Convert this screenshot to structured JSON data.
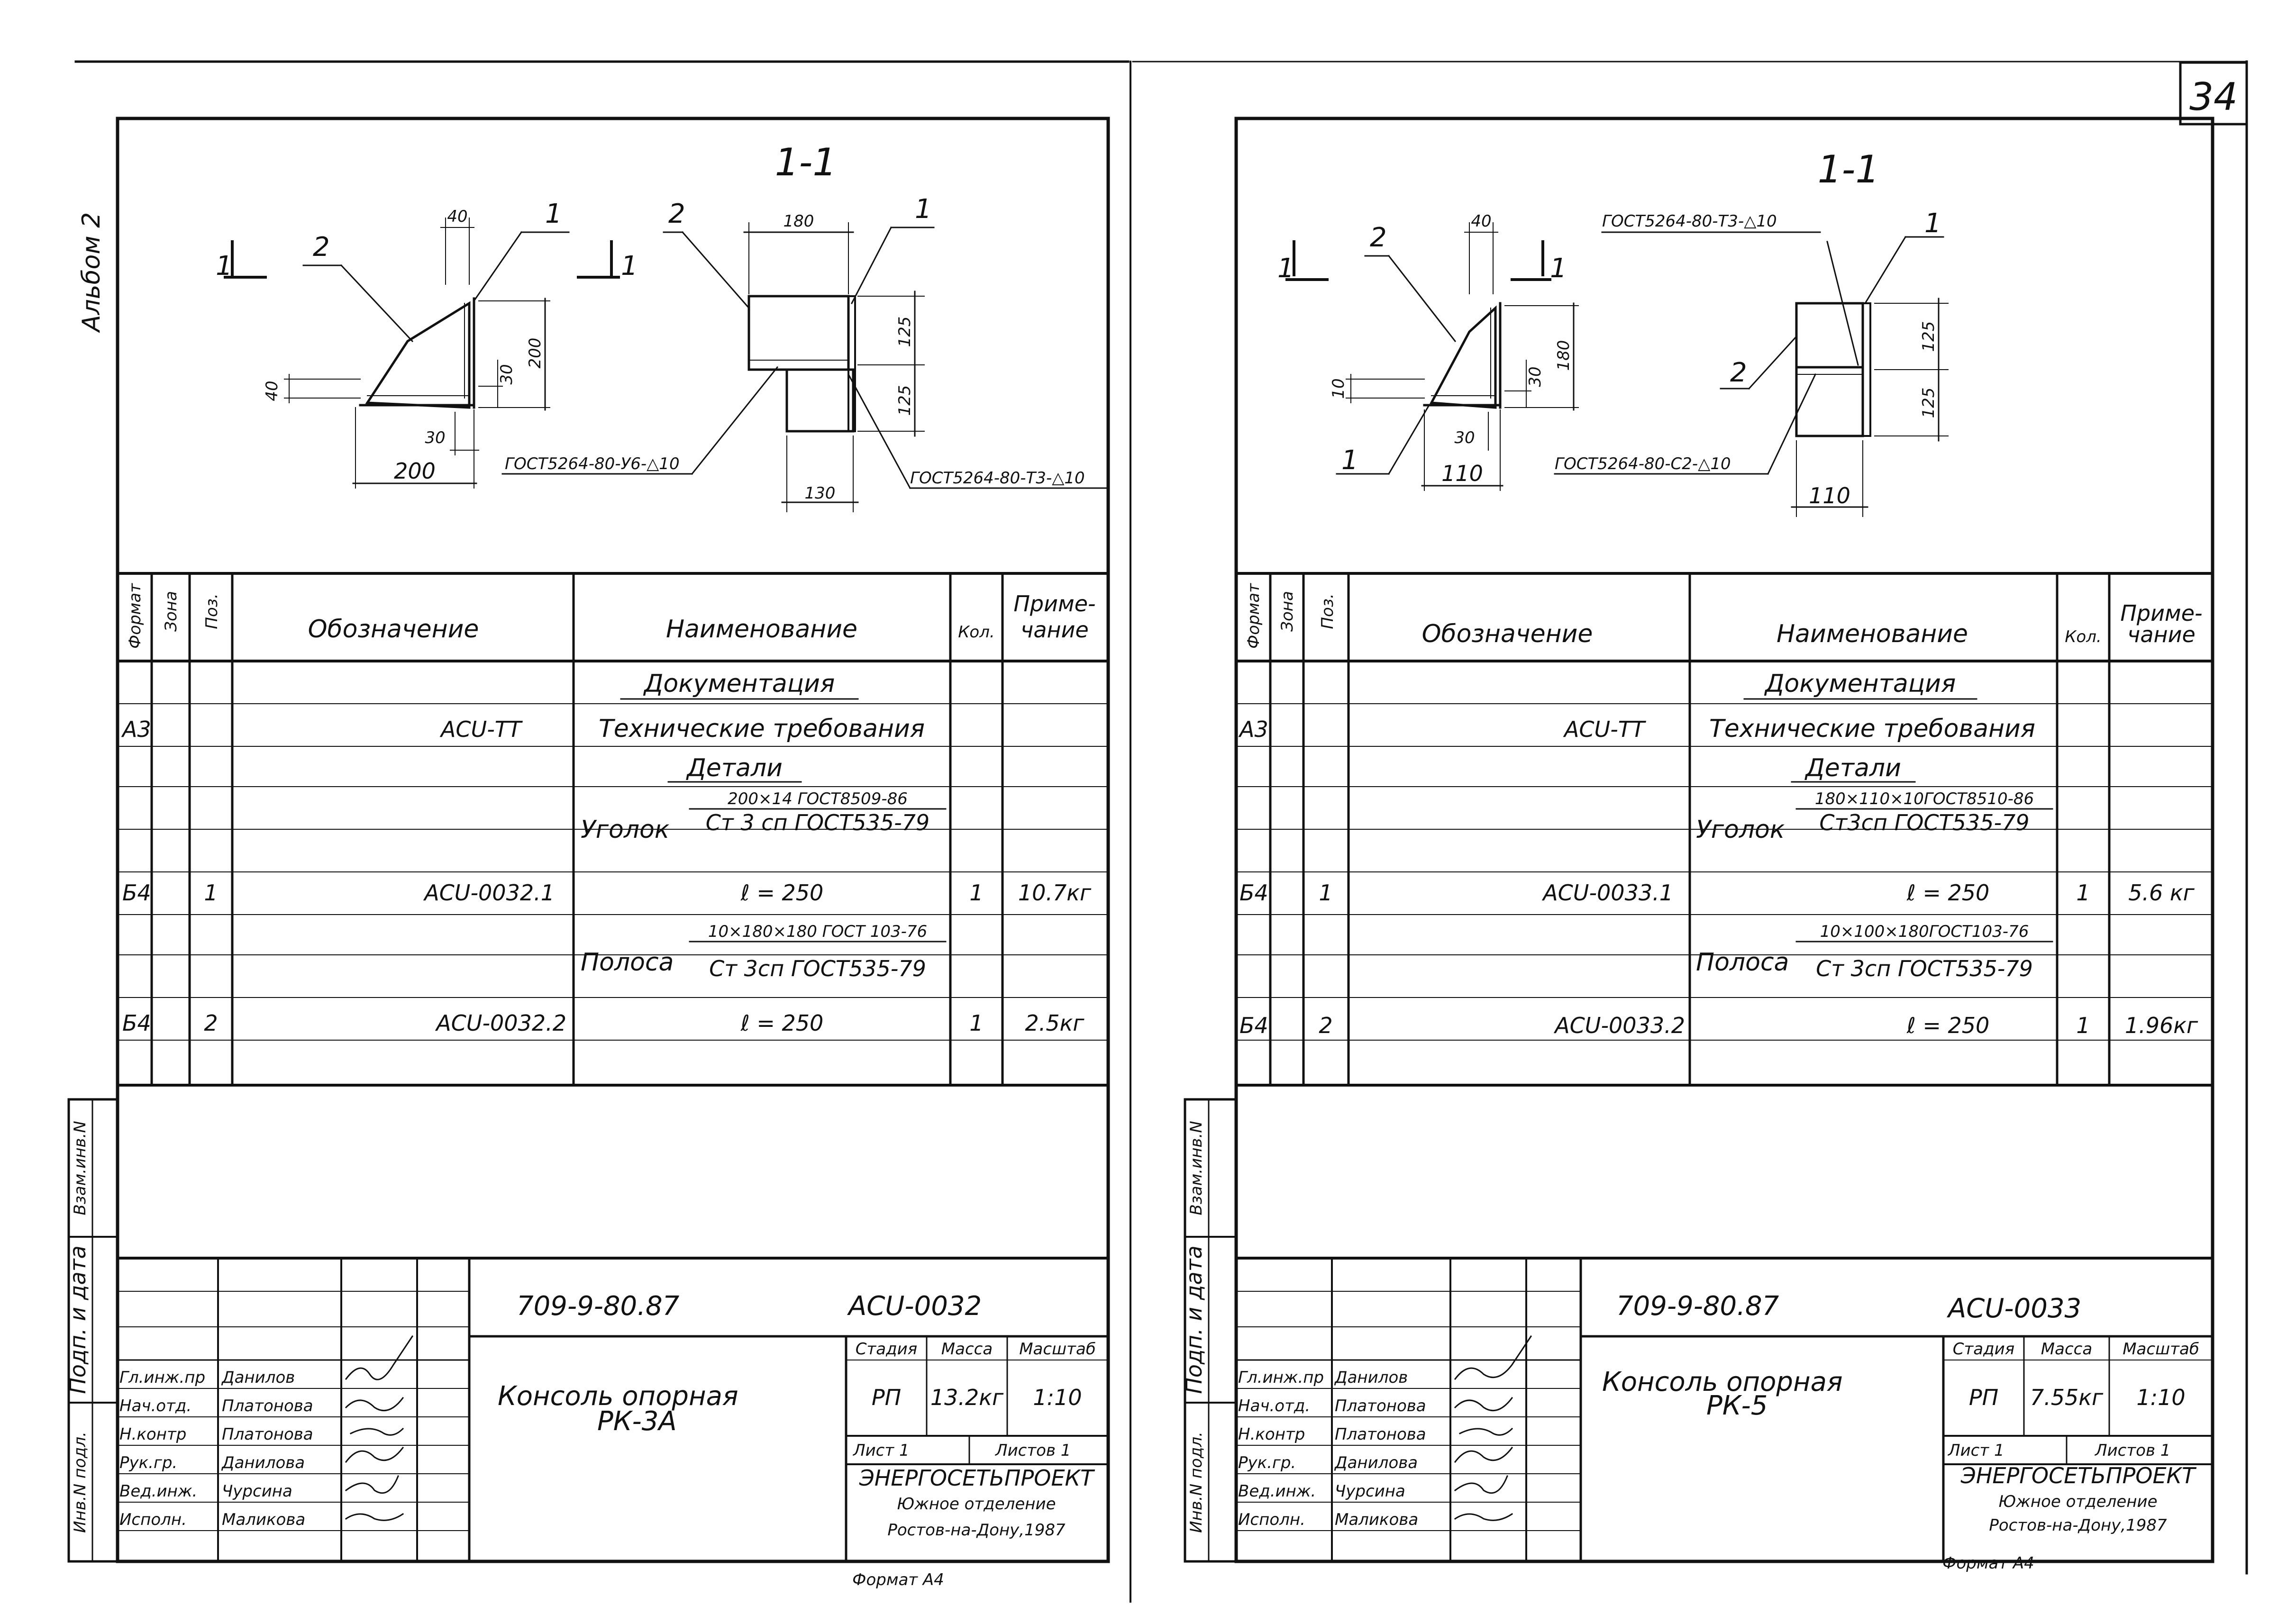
{
  "page_number": "34",
  "album_label": "Альбом 2",
  "format_label": "Формат А4",
  "side_labels": {
    "vzam": "Взам.инв.N",
    "podp": "Подп. и дата",
    "inv": "Инв.N подл."
  },
  "table_headers": {
    "format": "Формат",
    "zone": "Зона",
    "pos": "Поз.",
    "designation": "Обозначение",
    "name": "Наименование",
    "qty": "Кол.",
    "note_line1": "Приме-",
    "note_line2": "чание"
  },
  "staff_roles": [
    "Гл.инж.пр",
    "Нач.отд.",
    "Н.контр",
    "Рук.гр.",
    "Вед.инж.",
    "Исполн."
  ],
  "stamp_headers": {
    "stage": "Стадия",
    "mass": "Масса",
    "scale": "Масштаб"
  },
  "left_sheet": {
    "section_label": "1-1",
    "cut_mark": "1",
    "pos1": "1",
    "pos2": "2",
    "dims": {
      "d40_top": "40",
      "d40_left": "40",
      "d30_a": "30",
      "d30_b": "30",
      "d200_v": "200",
      "d200_h": "200",
      "d180": "180",
      "d125_a": "125",
      "d125_b": "125",
      "d130": "130"
    },
    "weld1": "ГОСТ5264-80-У6-△10",
    "weld2": "ГОСТ5264-80-Т3-△10",
    "rows": [
      {
        "format": "",
        "zone": "",
        "pos": "",
        "designation": "",
        "name": "Документация",
        "qty": "",
        "note": ""
      },
      {
        "format": "А3",
        "zone": "",
        "pos": "",
        "designation": "АСU-ТТ",
        "name": "Технические требования",
        "qty": "",
        "note": ""
      },
      {
        "format": "",
        "zone": "",
        "pos": "",
        "designation": "",
        "name": "Детали",
        "qty": "",
        "note": ""
      },
      {
        "format": "",
        "zone": "",
        "pos": "",
        "designation": "",
        "name_prefix": "Уголок",
        "frac_top": "200×14 ГОСТ8509-86",
        "frac_bottom": "Ст 3 сп ГОСТ535-79",
        "qty": "",
        "note": ""
      },
      {
        "format": "Б4",
        "zone": "",
        "pos": "1",
        "designation": "АСU-0032.1",
        "name": "ℓ = 250",
        "qty": "1",
        "note": "10.7кг"
      },
      {
        "format": "",
        "zone": "",
        "pos": "",
        "designation": "",
        "name_prefix": "Полоса",
        "frac_top": "10×180×180 ГОСТ 103-76",
        "frac_bottom": "Ст 3сп ГОСТ535-79",
        "qty": "",
        "note": ""
      },
      {
        "format": "Б4",
        "zone": "",
        "pos": "2",
        "designation": "АСU-0032.2",
        "name": "ℓ = 250",
        "qty": "1",
        "note": "2.5кг"
      }
    ],
    "staff_names": [
      "Данилов",
      "Платонова",
      "Платонова",
      "Данилова",
      "Чурсина",
      "Маликова"
    ],
    "doc_code": "709-9-80.87",
    "doc_number": "АСU-0032",
    "title_line1": "Консоль опорная",
    "title_line2": "РК-3А",
    "stage": "РП",
    "mass": "13.2кг",
    "scale": "1:10",
    "sheet": "Лист 1",
    "sheets": "Листов 1",
    "org_line1": "ЭНЕРГОСЕТЬПРОЕКТ",
    "org_line2": "Южное отделение",
    "org_line3": "Ростов-на-Дону,1987"
  },
  "right_sheet": {
    "section_label": "1-1",
    "cut_mark": "1",
    "pos1": "1",
    "pos2": "2",
    "dims": {
      "d40": "40",
      "d10": "10",
      "d30": "30",
      "d180_v": "180",
      "d110_a": "110",
      "d110_b": "110",
      "d125_a": "125",
      "d125_b": "125"
    },
    "weld1": "ГОСТ5264-80-Т3-△10",
    "weld2": "ГОСТ5264-80-С2-△10",
    "rows": [
      {
        "format": "",
        "zone": "",
        "pos": "",
        "designation": "",
        "name": "Документация",
        "qty": "",
        "note": ""
      },
      {
        "format": "А3",
        "zone": "",
        "pos": "",
        "designation": "АСU-ТТ",
        "name": "Технические требования",
        "qty": "",
        "note": ""
      },
      {
        "format": "",
        "zone": "",
        "pos": "",
        "designation": "",
        "name": "Детали",
        "qty": "",
        "note": ""
      },
      {
        "format": "",
        "zone": "",
        "pos": "",
        "designation": "",
        "name_prefix": "Уголок",
        "frac_top": "180×110×10ГОСТ8510-86",
        "frac_bottom": "Ст3сп ГОСТ535-79",
        "qty": "",
        "note": ""
      },
      {
        "format": "Б4",
        "zone": "",
        "pos": "1",
        "designation": "АСU-0033.1",
        "name": "ℓ = 250",
        "qty": "1",
        "note": "5.6 кг"
      },
      {
        "format": "",
        "zone": "",
        "pos": "",
        "designation": "",
        "name_prefix": "Полоса",
        "frac_top": "10×100×180ГОСТ103-76",
        "frac_bottom": "Ст 3сп ГОСТ535-79",
        "qty": "",
        "note": ""
      },
      {
        "format": "Б4",
        "zone": "",
        "pos": "2",
        "designation": "АСU-0033.2",
        "name": "ℓ = 250",
        "qty": "1",
        "note": "1.96кг"
      }
    ],
    "staff_names": [
      "Данилов",
      "Платонова",
      "Платонова",
      "Данилова",
      "Чурсина",
      "Маликова"
    ],
    "doc_code": "709-9-80.87",
    "doc_number": "АСU-0033",
    "title_line1": "Консоль опорная",
    "title_line2": "РК-5",
    "stage": "РП",
    "mass": "7.55кг",
    "scale": "1:10",
    "sheet": "Лист 1",
    "sheets": "Листов 1",
    "org_line1": "ЭНЕРГОСЕТЬПРОЕКТ",
    "org_line2": "Южное отделение",
    "org_line3": "Ростов-на-Дону,1987"
  }
}
